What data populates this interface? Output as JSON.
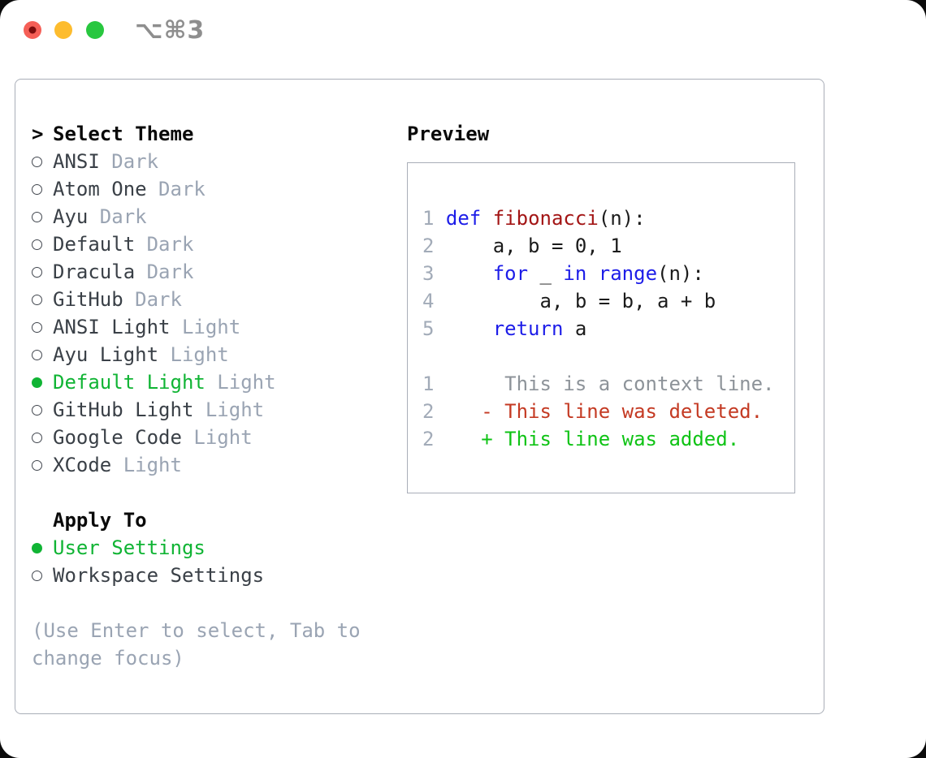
{
  "colors": {
    "header": "#0a0a0a",
    "ink": "#1b1b1b",
    "item": "#3a4047",
    "muted": "#9aa4b3",
    "linenum": "#a2abb8",
    "ctx": "#8d9399",
    "del": "#c43a23",
    "add": "#0fc315",
    "sel": "#10b434",
    "kw": "#1d1de8",
    "fn": "#a31515",
    "border": "#a9aeb8"
  },
  "window": {
    "title": "⌥⌘3"
  },
  "traffic_lights": [
    {
      "name": "close-button",
      "color": "#f55f57",
      "dot": "#7c0d0d"
    },
    {
      "name": "minimize-button",
      "color": "#fdbc2e",
      "dot": ""
    },
    {
      "name": "zoom-button",
      "color": "#28c73f",
      "dot": ""
    }
  ],
  "theme_selector": {
    "prompt": ">",
    "title": "Select Theme",
    "themes": [
      {
        "name": "ANSI",
        "variant": "Dark",
        "selected": false
      },
      {
        "name": "Atom One",
        "variant": "Dark",
        "selected": false
      },
      {
        "name": "Ayu",
        "variant": "Dark",
        "selected": false
      },
      {
        "name": "Default",
        "variant": "Dark",
        "selected": false
      },
      {
        "name": "Dracula",
        "variant": "Dark",
        "selected": false
      },
      {
        "name": "GitHub",
        "variant": "Dark",
        "selected": false
      },
      {
        "name": "ANSI Light",
        "variant": "Light",
        "selected": false
      },
      {
        "name": "Ayu Light",
        "variant": "Light",
        "selected": false
      },
      {
        "name": "Default Light",
        "variant": "Light",
        "selected": true
      },
      {
        "name": "GitHub Light",
        "variant": "Light",
        "selected": false
      },
      {
        "name": "Google Code",
        "variant": "Light",
        "selected": false
      },
      {
        "name": "XCode",
        "variant": "Light",
        "selected": false
      }
    ],
    "apply_to": {
      "title": "Apply To",
      "options": [
        {
          "label": "User Settings",
          "selected": true
        },
        {
          "label": "Workspace Settings",
          "selected": false
        }
      ]
    },
    "hint_lines": [
      "(Use Enter to select, Tab to",
      "change focus)"
    ]
  },
  "preview": {
    "title": "Preview",
    "code_lines": [
      {
        "num": "1",
        "segments": [
          [
            "def",
            "kw"
          ],
          [
            " ",
            "plain"
          ],
          [
            "fibonacci",
            "fn"
          ],
          [
            "(n):",
            "plain"
          ]
        ]
      },
      {
        "num": "2",
        "segments": [
          [
            "    a, b = 0, 1",
            "plain"
          ]
        ]
      },
      {
        "num": "3",
        "segments": [
          [
            "    ",
            "plain"
          ],
          [
            "for",
            "kw"
          ],
          [
            " _ ",
            "plain"
          ],
          [
            "in",
            "kw"
          ],
          [
            " ",
            "plain"
          ],
          [
            "range",
            "kw"
          ],
          [
            "(n):",
            "plain"
          ]
        ]
      },
      {
        "num": "4",
        "segments": [
          [
            "        a, b = b, a + b",
            "plain"
          ]
        ]
      },
      {
        "num": "5",
        "segments": [
          [
            "    ",
            "plain"
          ],
          [
            "return",
            "kw"
          ],
          [
            " a",
            "plain"
          ]
        ]
      },
      {
        "num": "",
        "segments": []
      },
      {
        "num": "1",
        "segments": [
          [
            "     This is a context line.",
            "ctx"
          ]
        ]
      },
      {
        "num": "2",
        "segments": [
          [
            "   - This line was deleted.",
            "del"
          ]
        ]
      },
      {
        "num": "2",
        "segments": [
          [
            "   + This line was added.",
            "add"
          ]
        ]
      }
    ]
  }
}
